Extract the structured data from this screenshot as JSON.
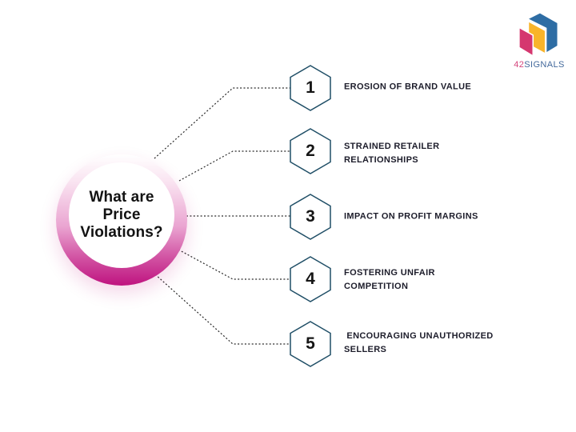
{
  "page": {
    "background": "#ffffff"
  },
  "center": {
    "title_line1": "What are Price",
    "title_line2": "Violations?",
    "ring_top_color": "#ffffff",
    "ring_bottom_color": "#bf137f"
  },
  "items": [
    {
      "number": "1",
      "label": "EROSION OF BRAND VALUE"
    },
    {
      "number": "2",
      "label": "STRAINED RETAILER\nRELATIONSHIPS"
    },
    {
      "number": "3",
      "label": "IMPACT ON PROFIT MARGINS"
    },
    {
      "number": "4",
      "label": "FOSTERING UNFAIR\nCOMPETITION"
    },
    {
      "number": "5",
      "label": " ENCOURAGING UNAUTHORIZED\nSELLERS"
    }
  ],
  "logo": {
    "brand_prefix": "42",
    "brand_suffix": "SIGNALS",
    "icon": "cube-logo-icon",
    "colors": {
      "pink": "#d5376f",
      "yellow": "#f9b42a",
      "blue": "#2e6da4",
      "text_pink": "#d4457c",
      "text_blue": "#43699c"
    }
  },
  "style": {
    "hexagon_border": "#1f4e66",
    "connector_color": "#2a2a2a",
    "label_color": "#1d1d2b"
  }
}
